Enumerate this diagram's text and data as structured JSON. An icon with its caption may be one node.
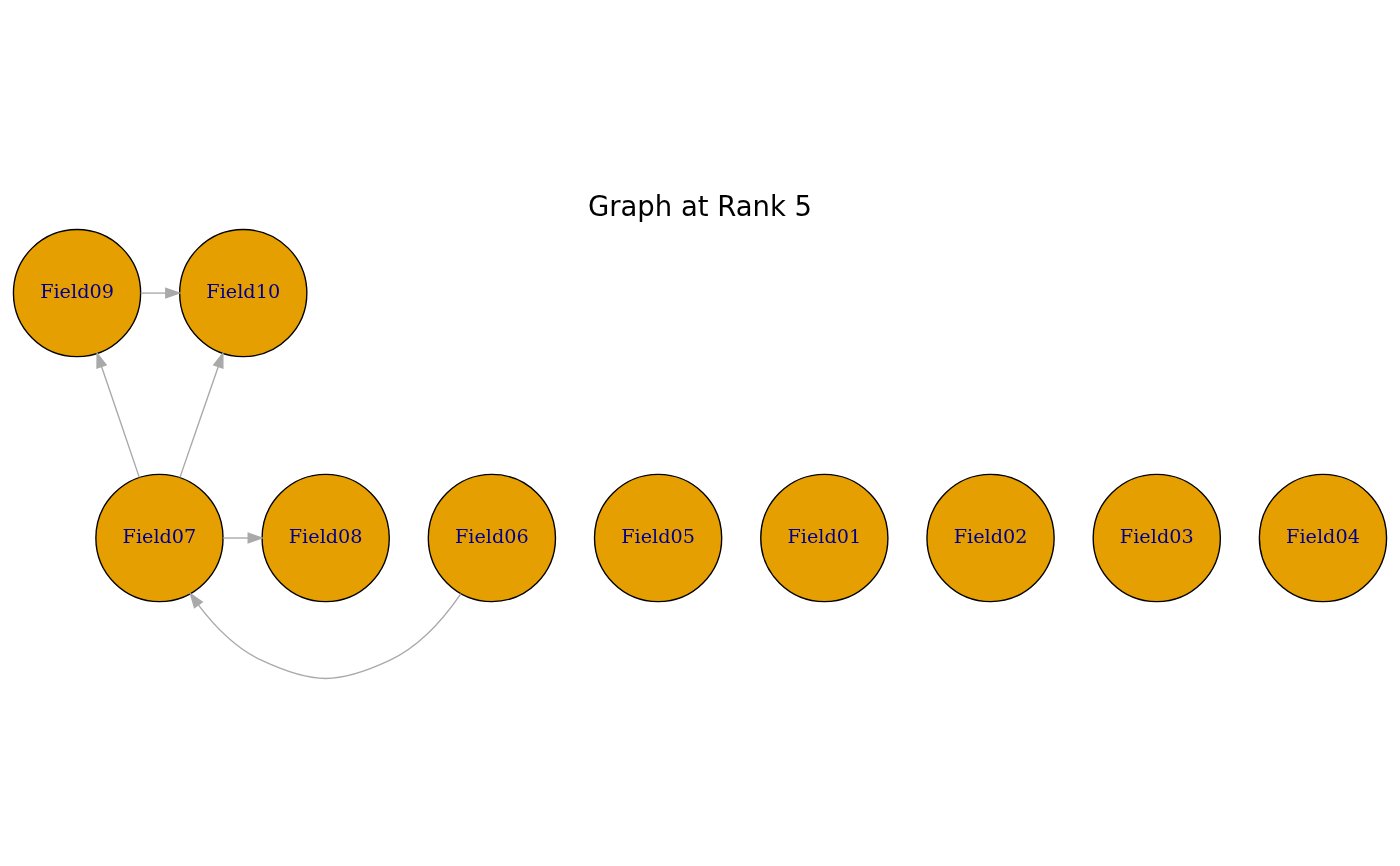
{
  "diagram": {
    "title": "Graph at Rank 5",
    "nodes": [
      {
        "text": [
          "Field09"
        ]
      },
      {
        "text": [
          "Field10"
        ]
      },
      {
        "text": [
          "Field05"
        ]
      },
      {
        "text": [
          "Field06"
        ]
      },
      {
        "text": [
          "Field07"
        ]
      },
      {
        "text": [
          "Field08"
        ]
      },
      {
        "text": [
          "Field01"
        ]
      },
      {
        "text": [
          "Field02"
        ]
      },
      {
        "text": [
          "Field03"
        ]
      },
      {
        "text": [
          "Field04"
        ]
      }
    ],
    "edges": [
      {
        "from": 0,
        "to": 1,
        "arrow": "to"
      },
      {
        "from": 4,
        "to": 0,
        "arrow": "to"
      },
      {
        "from": 4,
        "to": 1,
        "arrow": "to"
      },
      {
        "from": 3,
        "to": 4,
        "arrow": "to"
      },
      {
        "from": 4,
        "to": 5,
        "arrow": "to"
      }
    ]
  }
}
